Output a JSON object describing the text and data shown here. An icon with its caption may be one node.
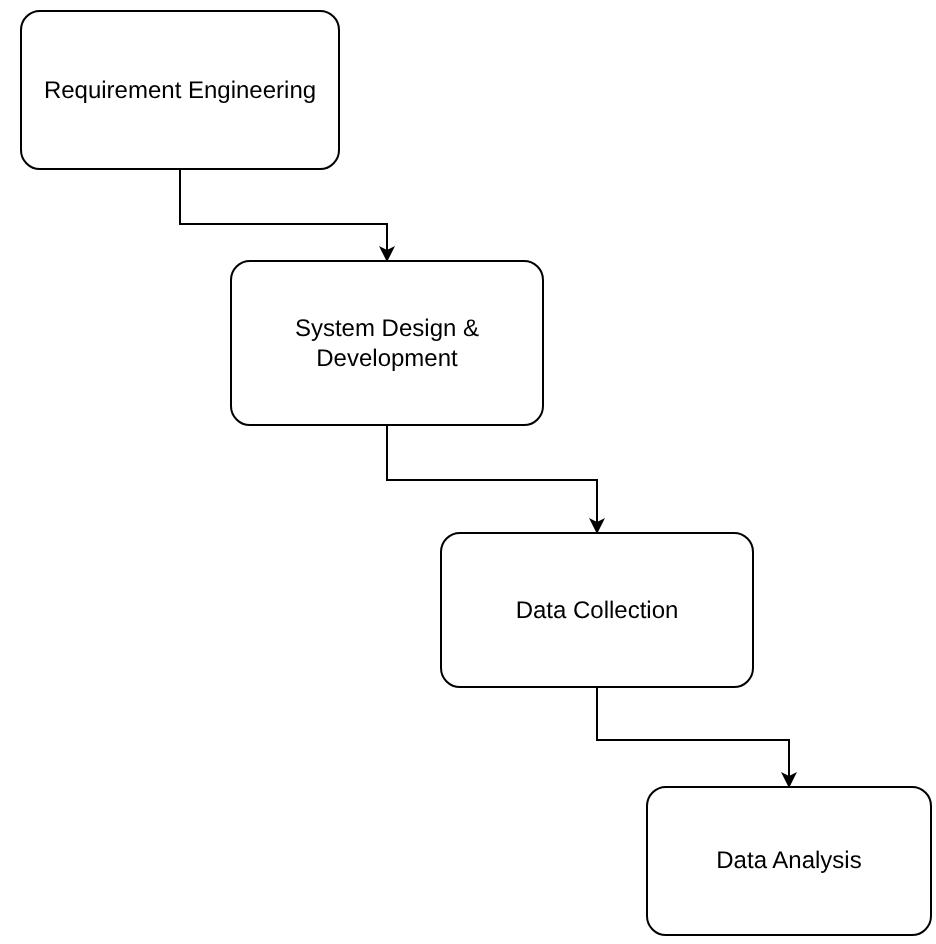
{
  "diagram": {
    "nodes": [
      {
        "text": [
          "Requirement Engineering"
        ]
      },
      {
        "text": [
          "System Design & Development"
        ]
      },
      {
        "text": [
          "Data Collection"
        ]
      },
      {
        "text": [
          "Data Analysis"
        ]
      }
    ],
    "edges": [
      {
        "from": 0,
        "to": 1,
        "arrow": "to"
      },
      {
        "from": 1,
        "to": 2,
        "arrow": "to"
      },
      {
        "from": 2,
        "to": 3,
        "arrow": "to"
      }
    ]
  }
}
